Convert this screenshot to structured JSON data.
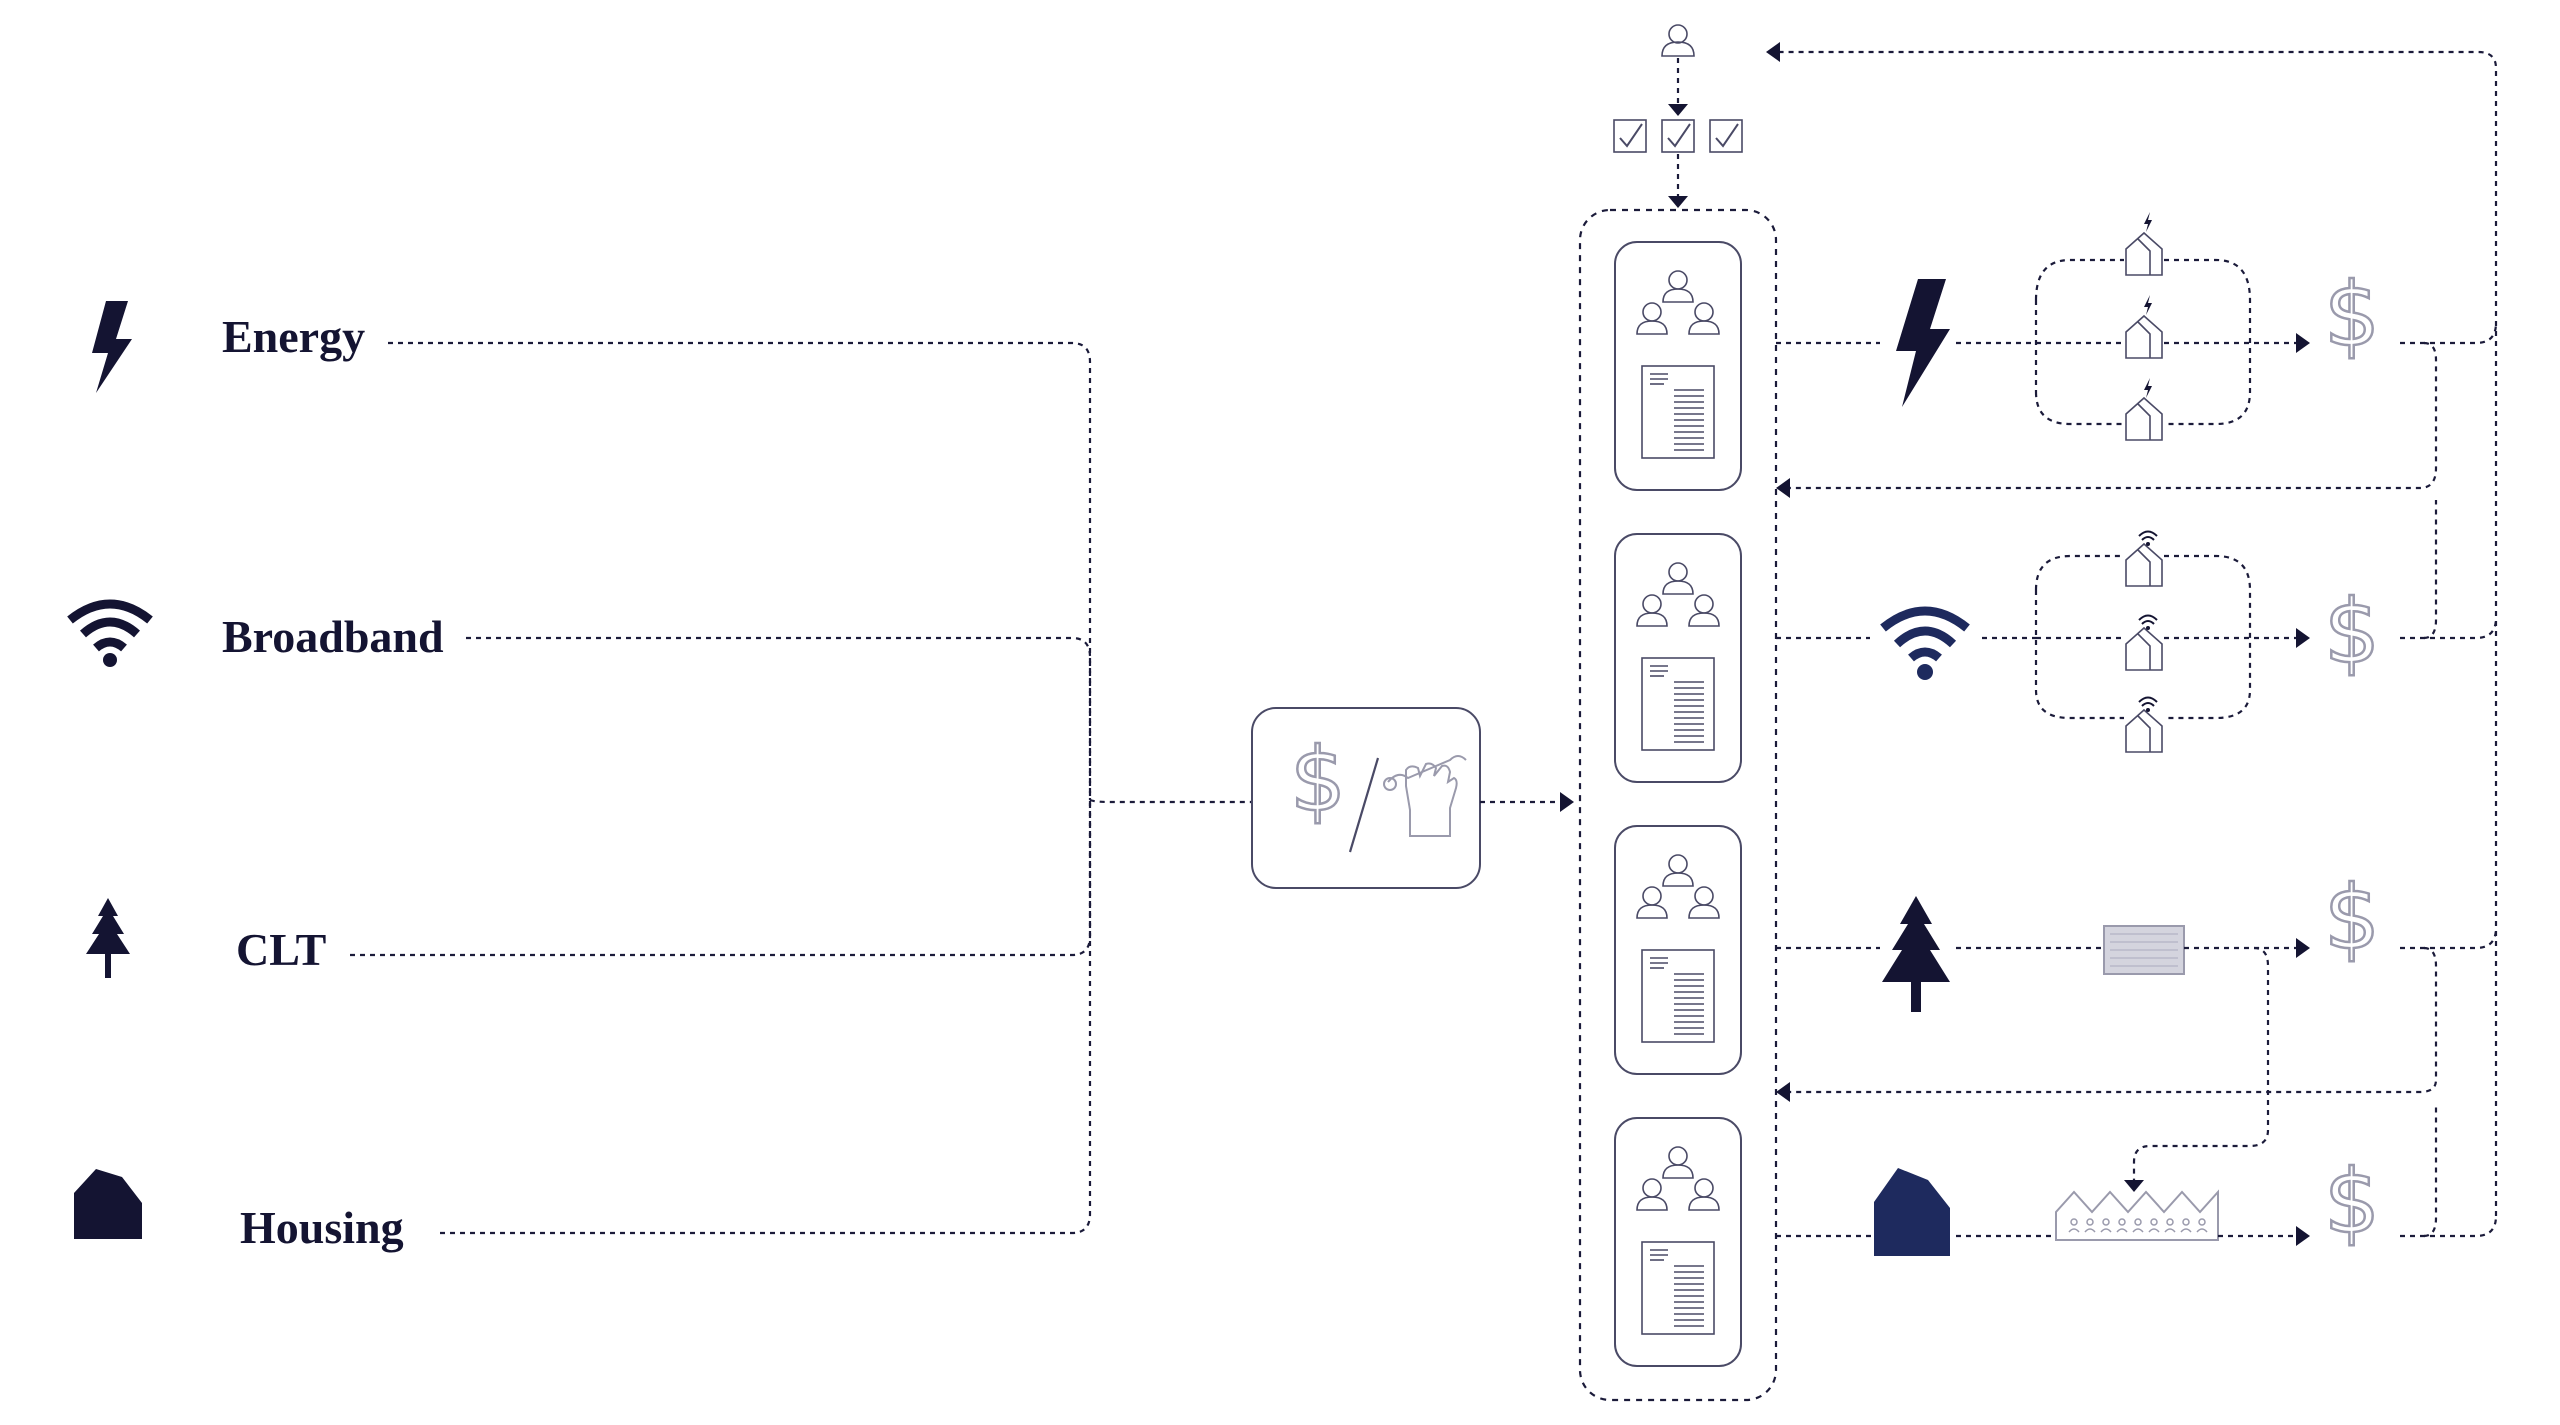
{
  "categories": [
    {
      "label": "Energy",
      "icon": "lightning-bolt-icon"
    },
    {
      "label": "Broadband",
      "icon": "wifi-icon"
    },
    {
      "label": "CLT",
      "icon": "pine-tree-icon"
    },
    {
      "label": "Housing",
      "icon": "house-icon"
    }
  ],
  "colors": {
    "ink": "#141432",
    "housing_accent": "#1e2a5e",
    "muted": "#9a9aac"
  },
  "hub": {
    "icons": [
      "dollar-sign-icon",
      "wrench-fist-icon"
    ]
  },
  "top": {
    "icons": [
      "person-icon",
      "checkbox-icon"
    ]
  },
  "flows": [
    {
      "name": "energy",
      "icon": "lightning-bolt-icon",
      "output": "dollar-sign-icon",
      "midstep": "house-group"
    },
    {
      "name": "broadband",
      "icon": "wifi-icon",
      "output": "dollar-sign-icon",
      "midstep": "house-group"
    },
    {
      "name": "clt",
      "icon": "pine-tree-icon",
      "output": "dollar-sign-icon",
      "midstep": "land-panel"
    },
    {
      "name": "housing",
      "icon": "house-icon",
      "output": "dollar-sign-icon",
      "midstep": "housing-block"
    }
  ]
}
